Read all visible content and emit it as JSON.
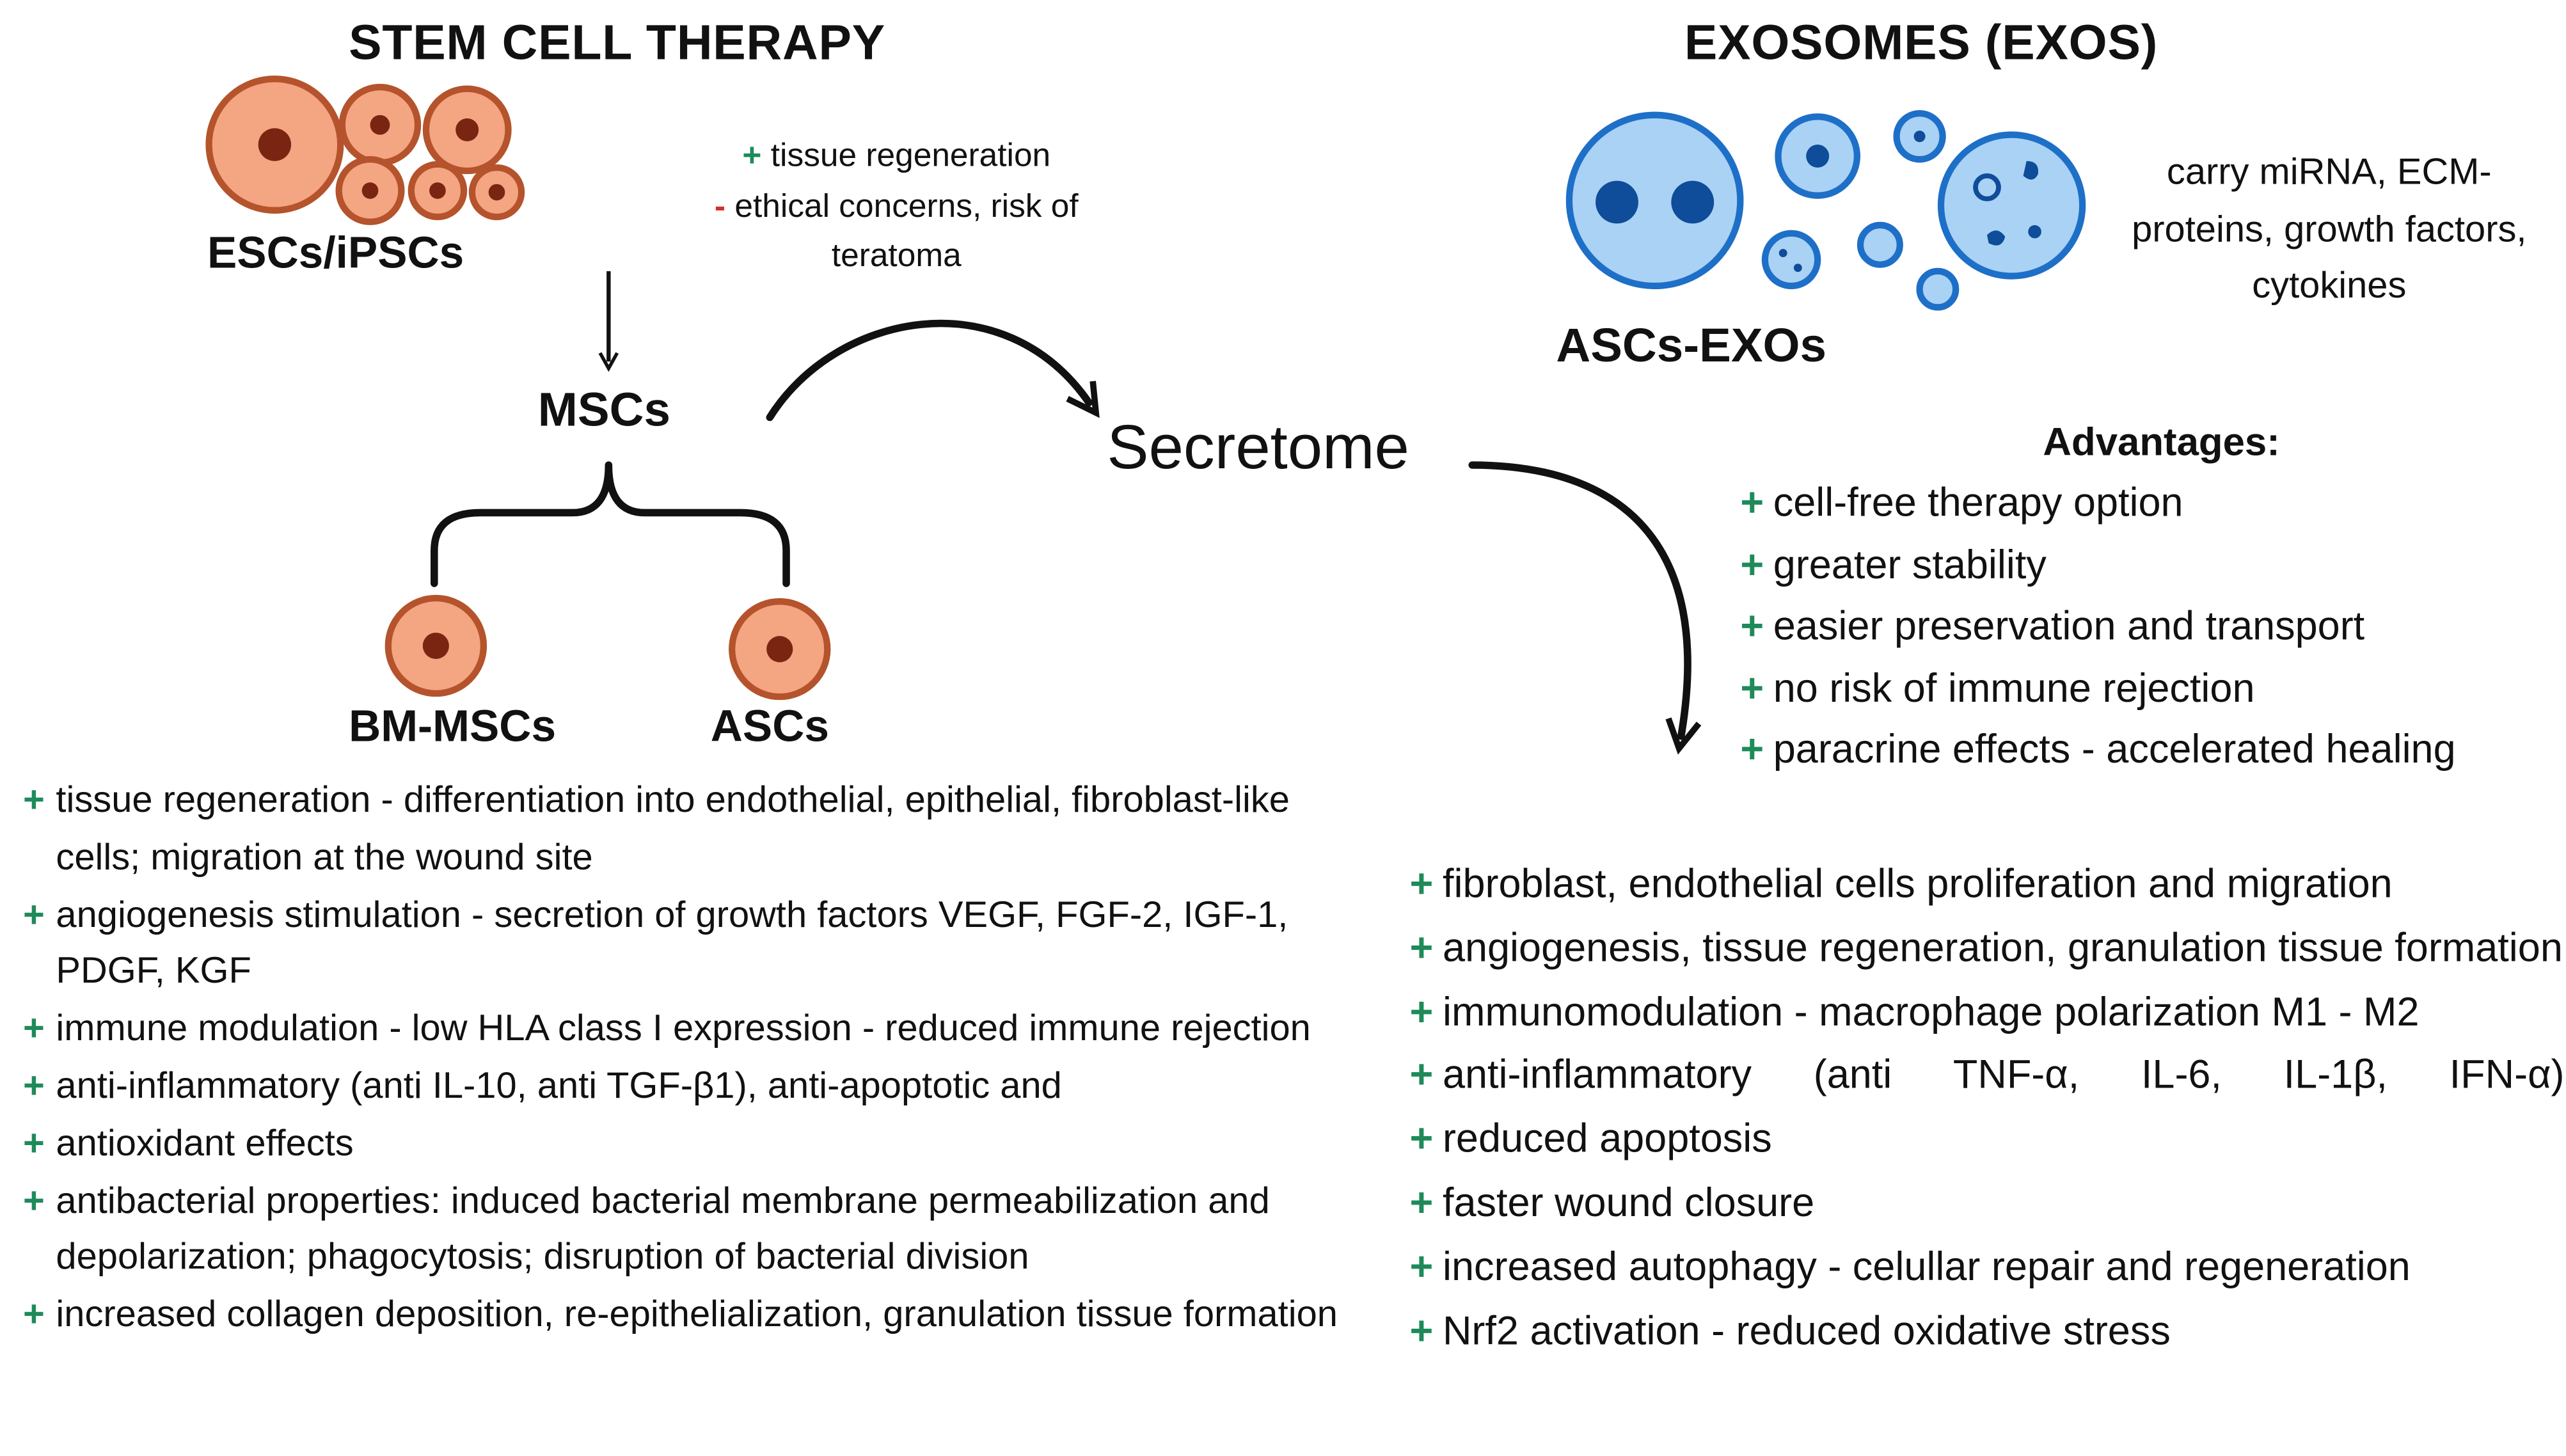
{
  "left": {
    "title": "STEM CELL THERAPY",
    "source_label": "ESCs/iPSCs",
    "pros": [
      "tissue regeneration"
    ],
    "cons": [
      "ethical concerns, risk of teratoma"
    ],
    "msc_label": "MSCs",
    "branch_labels": [
      "BM-MSCs",
      "ASCs"
    ],
    "effects": [
      "tissue regeneration - differentiation into endothelial, epithelial, fibroblast-like cells; migration at the wound site",
      "angiogenesis stimulation - secretion of growth factors VEGF, FGF-2, IGF-1, PDGF, KGF",
      "immune modulation - low HLA class I expression - reduced immune rejection",
      "anti-inflammatory (anti IL-10, anti TGF-β1), anti-apoptotic and",
      "antioxidant effects",
      "antibacterial properties: induced bacterial membrane permeabilization and depolarization; phagocytosis; disruption of bacterial division",
      "increased collagen deposition, re-epithelialization, granulation tissue formation"
    ]
  },
  "center": {
    "label": "Secretome"
  },
  "right": {
    "title": "EXOSOMES (EXOS)",
    "exo_label": "ASCs-EXOs",
    "carry_text": "carry miRNA, ECM-proteins, growth factors, cytokines",
    "advantages_title": "Advantages:",
    "advantages": [
      "cell-free therapy option",
      "greater stability",
      "easier preservation and transport",
      "no risk of immune rejection",
      "paracrine effects - accelerated healing"
    ],
    "effects": [
      "fibroblast, endothelial cells proliferation and migration",
      "angiogenesis, tissue regeneration, granulation tissue formation",
      "immunomodulation - macrophage polarization M1 - M2",
      "anti-inflammatory (anti TNF-α, IL-6, IL-1β, IFN-α)",
      "reduced apoptosis",
      "faster wound closure",
      "increased autophagy - celullar repair and regeneration",
      "Nrf2 activation - reduced oxidative stress"
    ]
  },
  "colors": {
    "cell_fill": "#f4a582",
    "cell_stroke": "#b5532c",
    "nucleus": "#7a2512",
    "exo_fill": "#a9d2f5",
    "exo_stroke": "#1e6fc7",
    "exo_dark": "#0f4c99",
    "plus": "#1e8a5a",
    "minus": "#d32f2f"
  },
  "symbols": {
    "plus": "+",
    "minus": "-"
  }
}
